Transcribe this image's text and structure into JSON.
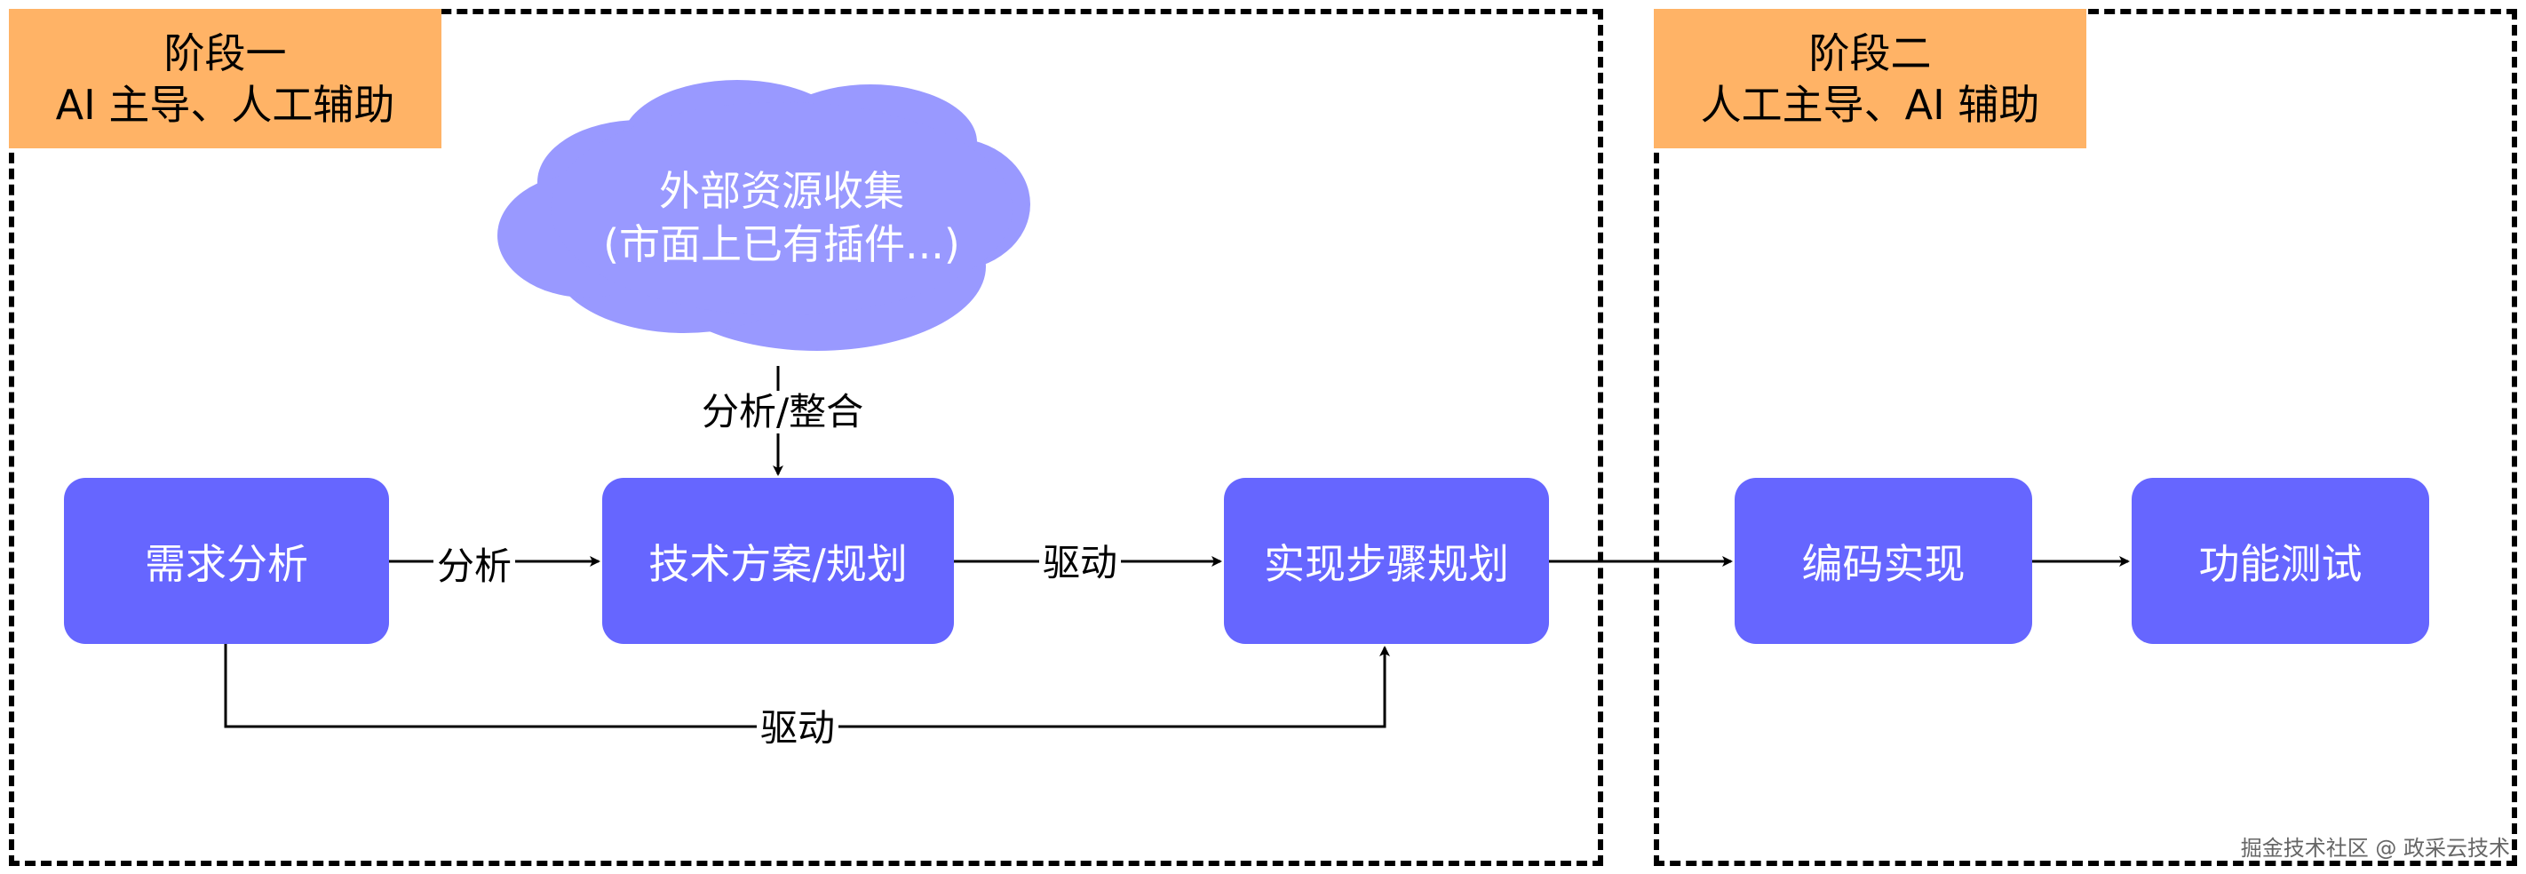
{
  "stages": {
    "stage1": {
      "title": "阶段一",
      "subtitle": "AI 主导、人工辅助"
    },
    "stage2": {
      "title": "阶段二",
      "subtitle": "人工主导、AI 辅助"
    }
  },
  "nodes": {
    "requirements": "需求分析",
    "tech_plan": "技术方案/规划",
    "impl_plan": "实现步骤规划",
    "coding": "编码实现",
    "testing": "功能测试"
  },
  "cloud": {
    "line1": "外部资源收集",
    "line2": "(市面上已有插件...)"
  },
  "edge_labels": {
    "integrate": "分析/整合",
    "analyze": "分析",
    "drive_tech_to_impl": "驱动",
    "drive_req_to_impl": "驱动"
  },
  "watermark": "掘金技术社区 @ 政采云技术",
  "colors": {
    "node_fill": "#6666FF",
    "cloud_fill": "#9999FF",
    "stage_label_fill": "#FFB366"
  }
}
